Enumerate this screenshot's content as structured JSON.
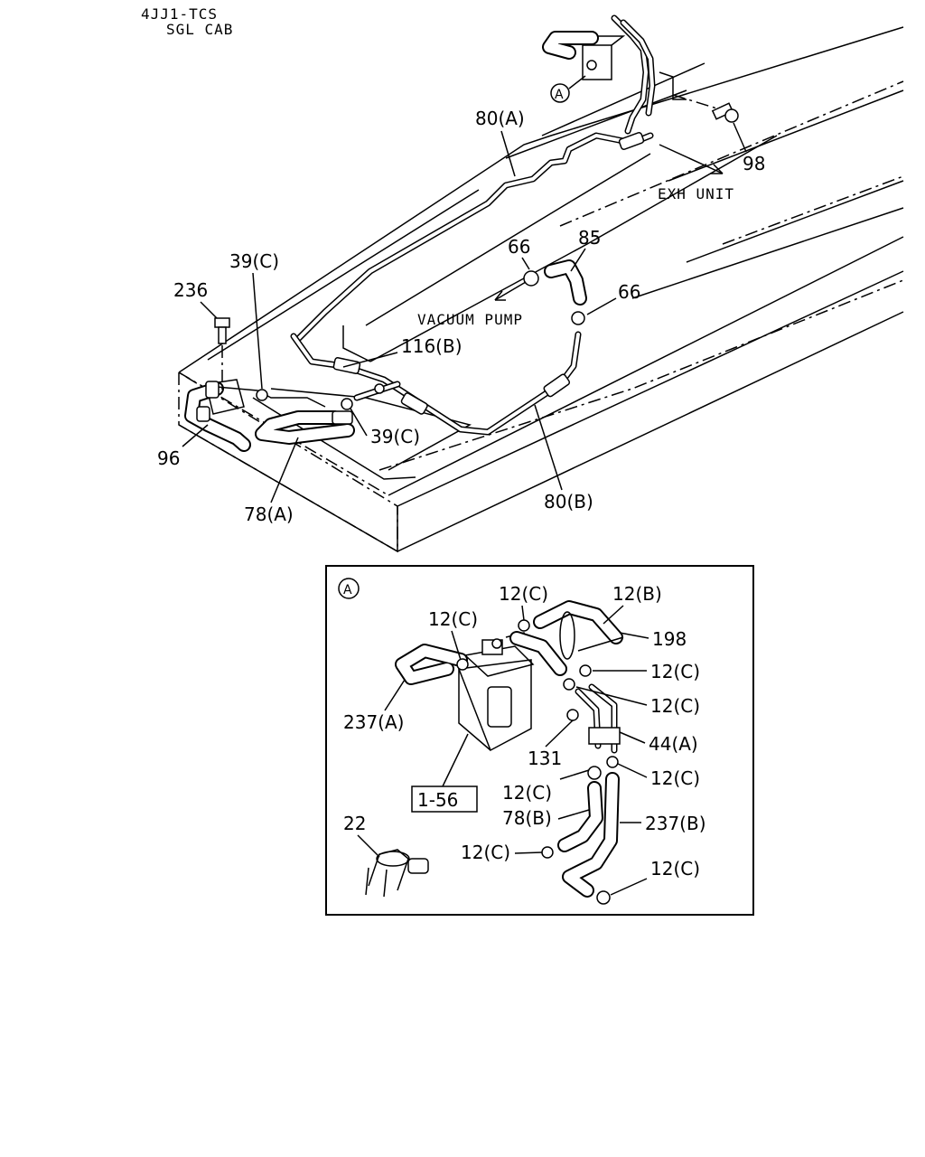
{
  "header": {
    "line1": "4JJ1-TCS",
    "line2": "SGL CAB"
  },
  "notes": {
    "exh": "EXH UNIT",
    "vac": "VACUUM PUMP"
  },
  "markers": {
    "a_top": "A",
    "a_detail": "A"
  },
  "ref_box": "1-56",
  "labels": {
    "p80a": "80(A)",
    "p98": "98",
    "p66a": "66",
    "p85": "85",
    "p66b": "66",
    "p39c_top": "39(C)",
    "p236": "236",
    "p116b": "116(B)",
    "p39c_low": "39(C)",
    "p96": "96",
    "p78a": "78(A)",
    "p80b": "80(B)",
    "d12c_1": "12(C)",
    "d12b": "12(B)",
    "d12c_2": "12(C)",
    "d198": "198",
    "d12c_3": "12(C)",
    "d237a": "237(A)",
    "d12c_4": "12(C)",
    "d131": "131",
    "d44a": "44(A)",
    "d12c_5": "12(C)",
    "d12c_6": "12(C)",
    "d78b": "78(B)",
    "d237b": "237(B)",
    "d22": "22",
    "d12c_7": "12(C)",
    "d12c_8": "12(C)"
  }
}
